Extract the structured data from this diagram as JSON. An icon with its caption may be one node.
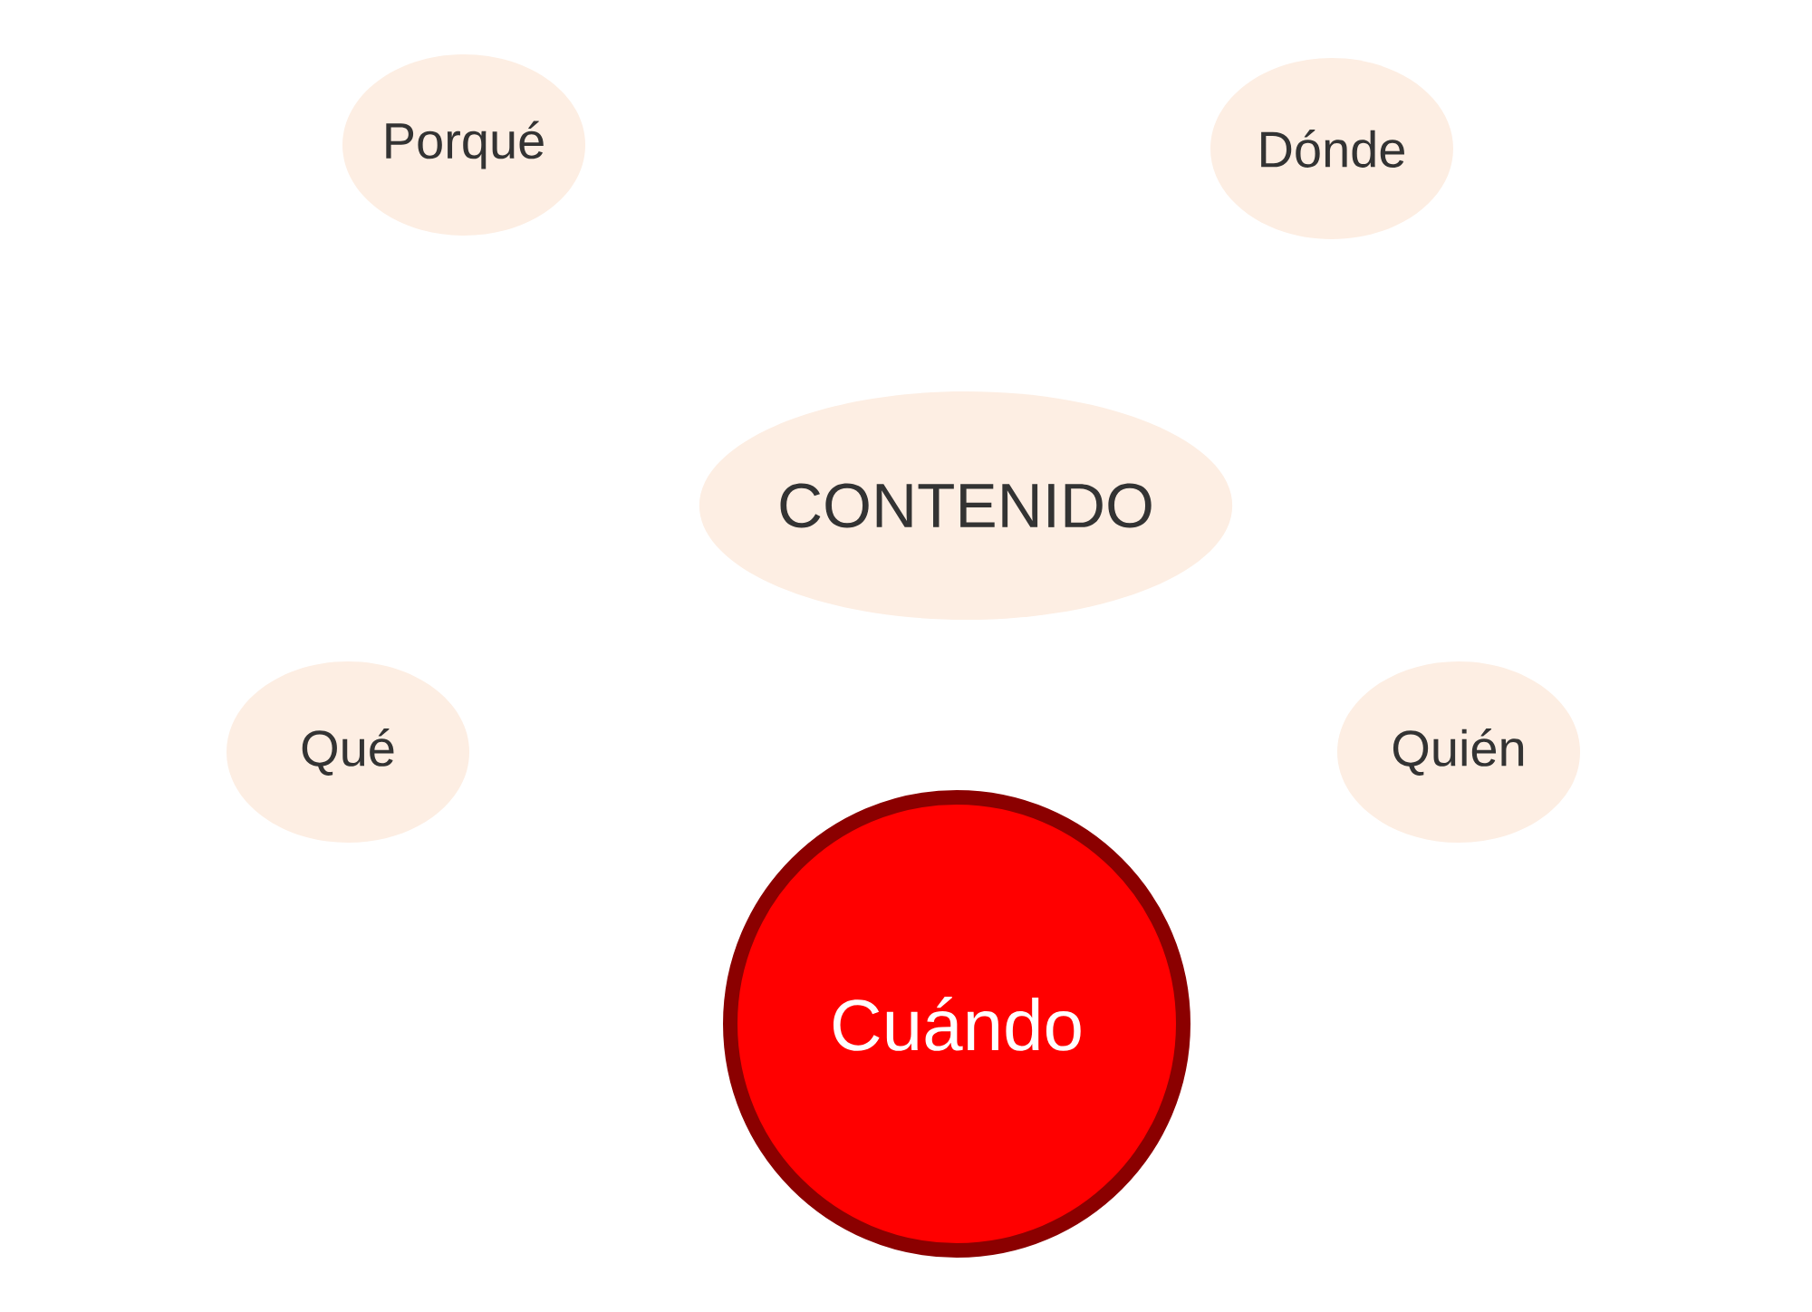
{
  "diagram": {
    "nodes": [
      {
        "text": [
          "Porqué"
        ]
      },
      {
        "text": [
          "Dónde"
        ]
      },
      {
        "text": [
          "CONTENIDO"
        ]
      },
      {
        "text": [
          "Qué"
        ]
      },
      {
        "text": [
          "Quién"
        ]
      },
      {
        "text": [
          "Cuándo"
        ]
      }
    ]
  }
}
